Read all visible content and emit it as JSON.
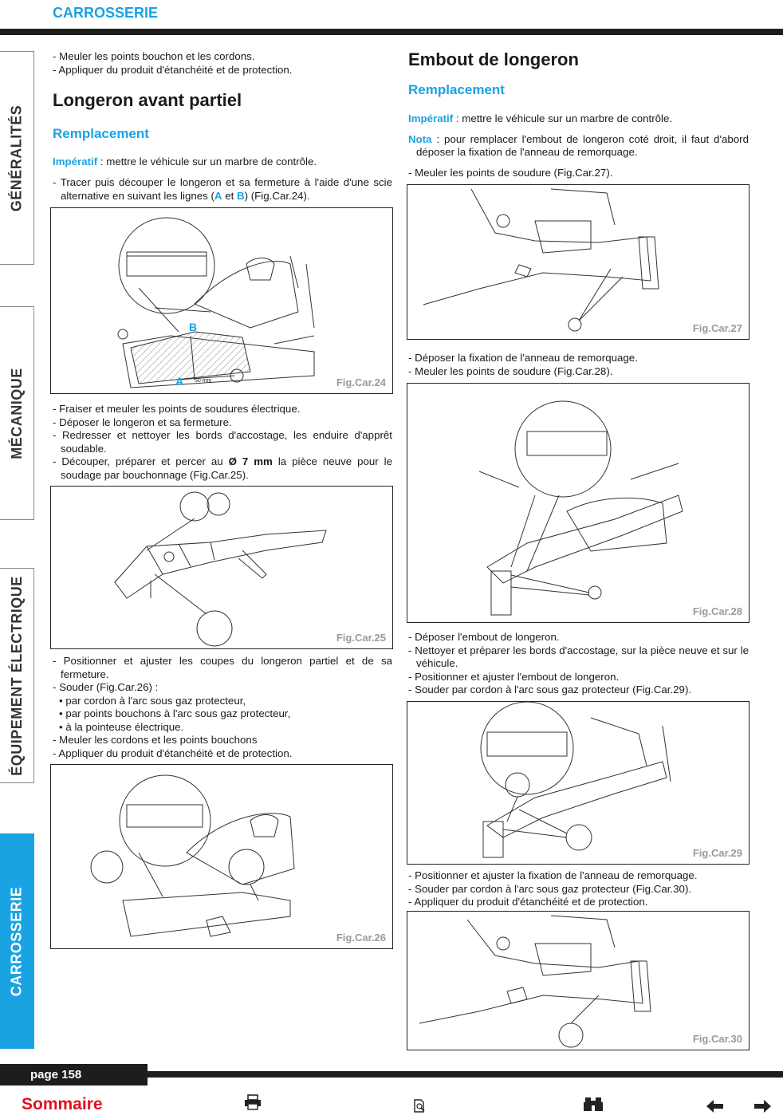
{
  "header": {
    "title": "CARROSSERIE"
  },
  "tabs": [
    {
      "label": "GÉNÉRALITÉS",
      "active": false
    },
    {
      "label": "MÉCANIQUE",
      "active": false
    },
    {
      "label": "ÉQUIPEMENT ÉLECTRIQUE",
      "active": false
    },
    {
      "label": "CARROSSERIE",
      "active": true
    }
  ],
  "left": {
    "intro": [
      "- Meuler les points bouchon et les cordons.",
      "- Appliquer du produit d'étanchéité et de protection."
    ],
    "section_title": "Longeron avant partiel",
    "subsection_title": "Remplacement",
    "imperatif_label": "Impératif",
    "imperatif_text": " : mettre le véhicule sur un marbre de contrôle.",
    "step1_a": "- Tracer puis découper le longeron et sa fermeture à l'aide d'une scie alternative en suivant les lignes (",
    "step1_A": "A",
    "step1_et": " et ",
    "step1_B": "B",
    "step1_b": ") (Fig.Car.24).",
    "fig24": {
      "label": "Fig.Car.24",
      "mark_a": "A",
      "mark_b": "B",
      "dim": "50 mm"
    },
    "steps2": [
      "- Fraiser et meuler les points de soudures électrique.",
      "- Déposer le longeron et sa fermeture.",
      "- Redresser et nettoyer les bords d'accostage, les enduire d'apprêt soudable."
    ],
    "step3_a": "- Découper, préparer et percer au ",
    "step3_bold": "Ø 7 mm",
    "step3_b": " la pièce neuve pour le soudage par bouchonnage (Fig.Car.25).",
    "fig25": {
      "label": "Fig.Car.25"
    },
    "steps4": [
      "- Positionner et ajuster les coupes du longeron partiel et de sa fermeture.",
      "- Souder (Fig.Car.26) :"
    ],
    "weld_list": [
      "• par cordon à l'arc sous gaz protecteur,",
      "• par points bouchons à l'arc sous gaz protecteur,",
      "• à la pointeuse électrique."
    ],
    "steps5": [
      "- Meuler les cordons et les points bouchons",
      "- Appliquer du produit d'étanchéité et de protection."
    ],
    "fig26": {
      "label": "Fig.Car.26"
    }
  },
  "right": {
    "section_title": "Embout de longeron",
    "subsection_title": "Remplacement",
    "imperatif_label": "Impératif",
    "imperatif_text": " : mettre le véhicule sur un marbre de contrôle.",
    "nota_label": "Nota",
    "nota_text": " : pour remplacer l'embout de longeron coté droit, il faut d'abord déposer la fixation de l'anneau de remorquage.",
    "step1": "- Meuler les points de soudure (Fig.Car.27).",
    "fig27": {
      "label": "Fig.Car.27"
    },
    "steps2": [
      "- Déposer la fixation de l'anneau de remorquage.",
      "- Meuler les points de soudure (Fig.Car.28)."
    ],
    "fig28": {
      "label": "Fig.Car.28"
    },
    "steps3": [
      "- Déposer l'embout de longeron.",
      "- Nettoyer et préparer les bords d'accostage, sur la pièce neuve et sur le véhicule.",
      "- Positionner et ajuster l'embout de longeron.",
      "- Souder par cordon à l'arc sous gaz protecteur (Fig.Car.29)."
    ],
    "fig29": {
      "label": "Fig.Car.29"
    },
    "steps4": [
      "- Positionner et ajuster la fixation de l'anneau de remorquage.",
      "- Souder par cordon à l'arc sous gaz protecteur (Fig.Car.30).",
      "- Appliquer du produit d'étanchéité et de protection."
    ],
    "fig30": {
      "label": "Fig.Car.30"
    }
  },
  "footer": {
    "page": "page 158",
    "sommaire": "Sommaire",
    "icons": [
      "print-icon",
      "zoom-document-icon",
      "binoculars-icon",
      "arrow-left-icon",
      "arrow-right-icon"
    ]
  },
  "colors": {
    "accent": "#1aa3e3",
    "dark": "#1d1d1b",
    "sommaire": "#e3101e"
  }
}
